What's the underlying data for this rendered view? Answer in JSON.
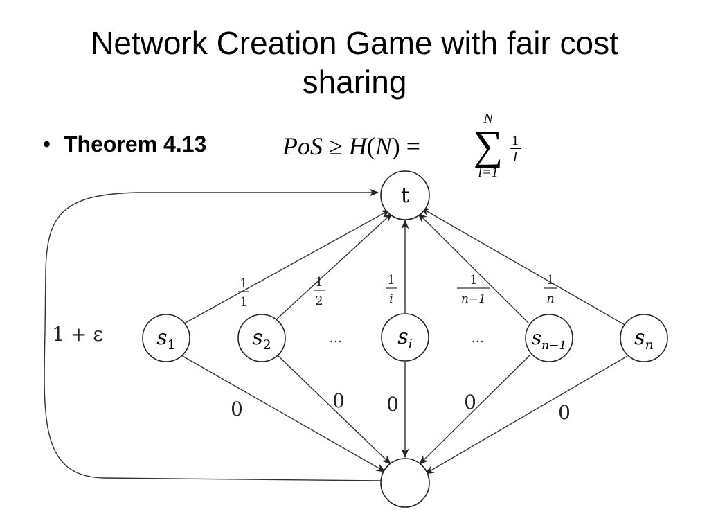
{
  "slide": {
    "title_line1": "Network Creation Game with fair cost",
    "title_line2": "sharing",
    "bullet": "•",
    "theorem_label": "Theorem 4.13"
  },
  "formula": {
    "lhs_italic": "PoS",
    "geq": " ≥ ",
    "h_italic": "H",
    "open": "(",
    "n_italic": "N",
    "close_eq": ") = ",
    "sum_upper": "N",
    "sum_sigma": "∑",
    "sum_lower": "l=1",
    "frac_num": "1",
    "frac_den": "l"
  },
  "graph": {
    "top_node": "t",
    "bottom_node": "",
    "sources": [
      {
        "base": "s",
        "sub": "1"
      },
      {
        "base": "s",
        "sub": "2"
      },
      {
        "base": "s",
        "sub": "i"
      },
      {
        "base": "s",
        "sub": "n−1"
      },
      {
        "base": "s",
        "sub": "n"
      }
    ],
    "ellipsis": "...",
    "upper_edge_labels": [
      {
        "num": "1",
        "den": "1"
      },
      {
        "num": "1",
        "den": "2"
      },
      {
        "num": "1",
        "den": "i"
      },
      {
        "num": "1",
        "den": "n−1"
      },
      {
        "num": "1",
        "den": "n"
      }
    ],
    "lower_edge_labels": [
      "0",
      "0",
      "0",
      "0",
      "0"
    ],
    "bypass_label": "1 + ε"
  }
}
